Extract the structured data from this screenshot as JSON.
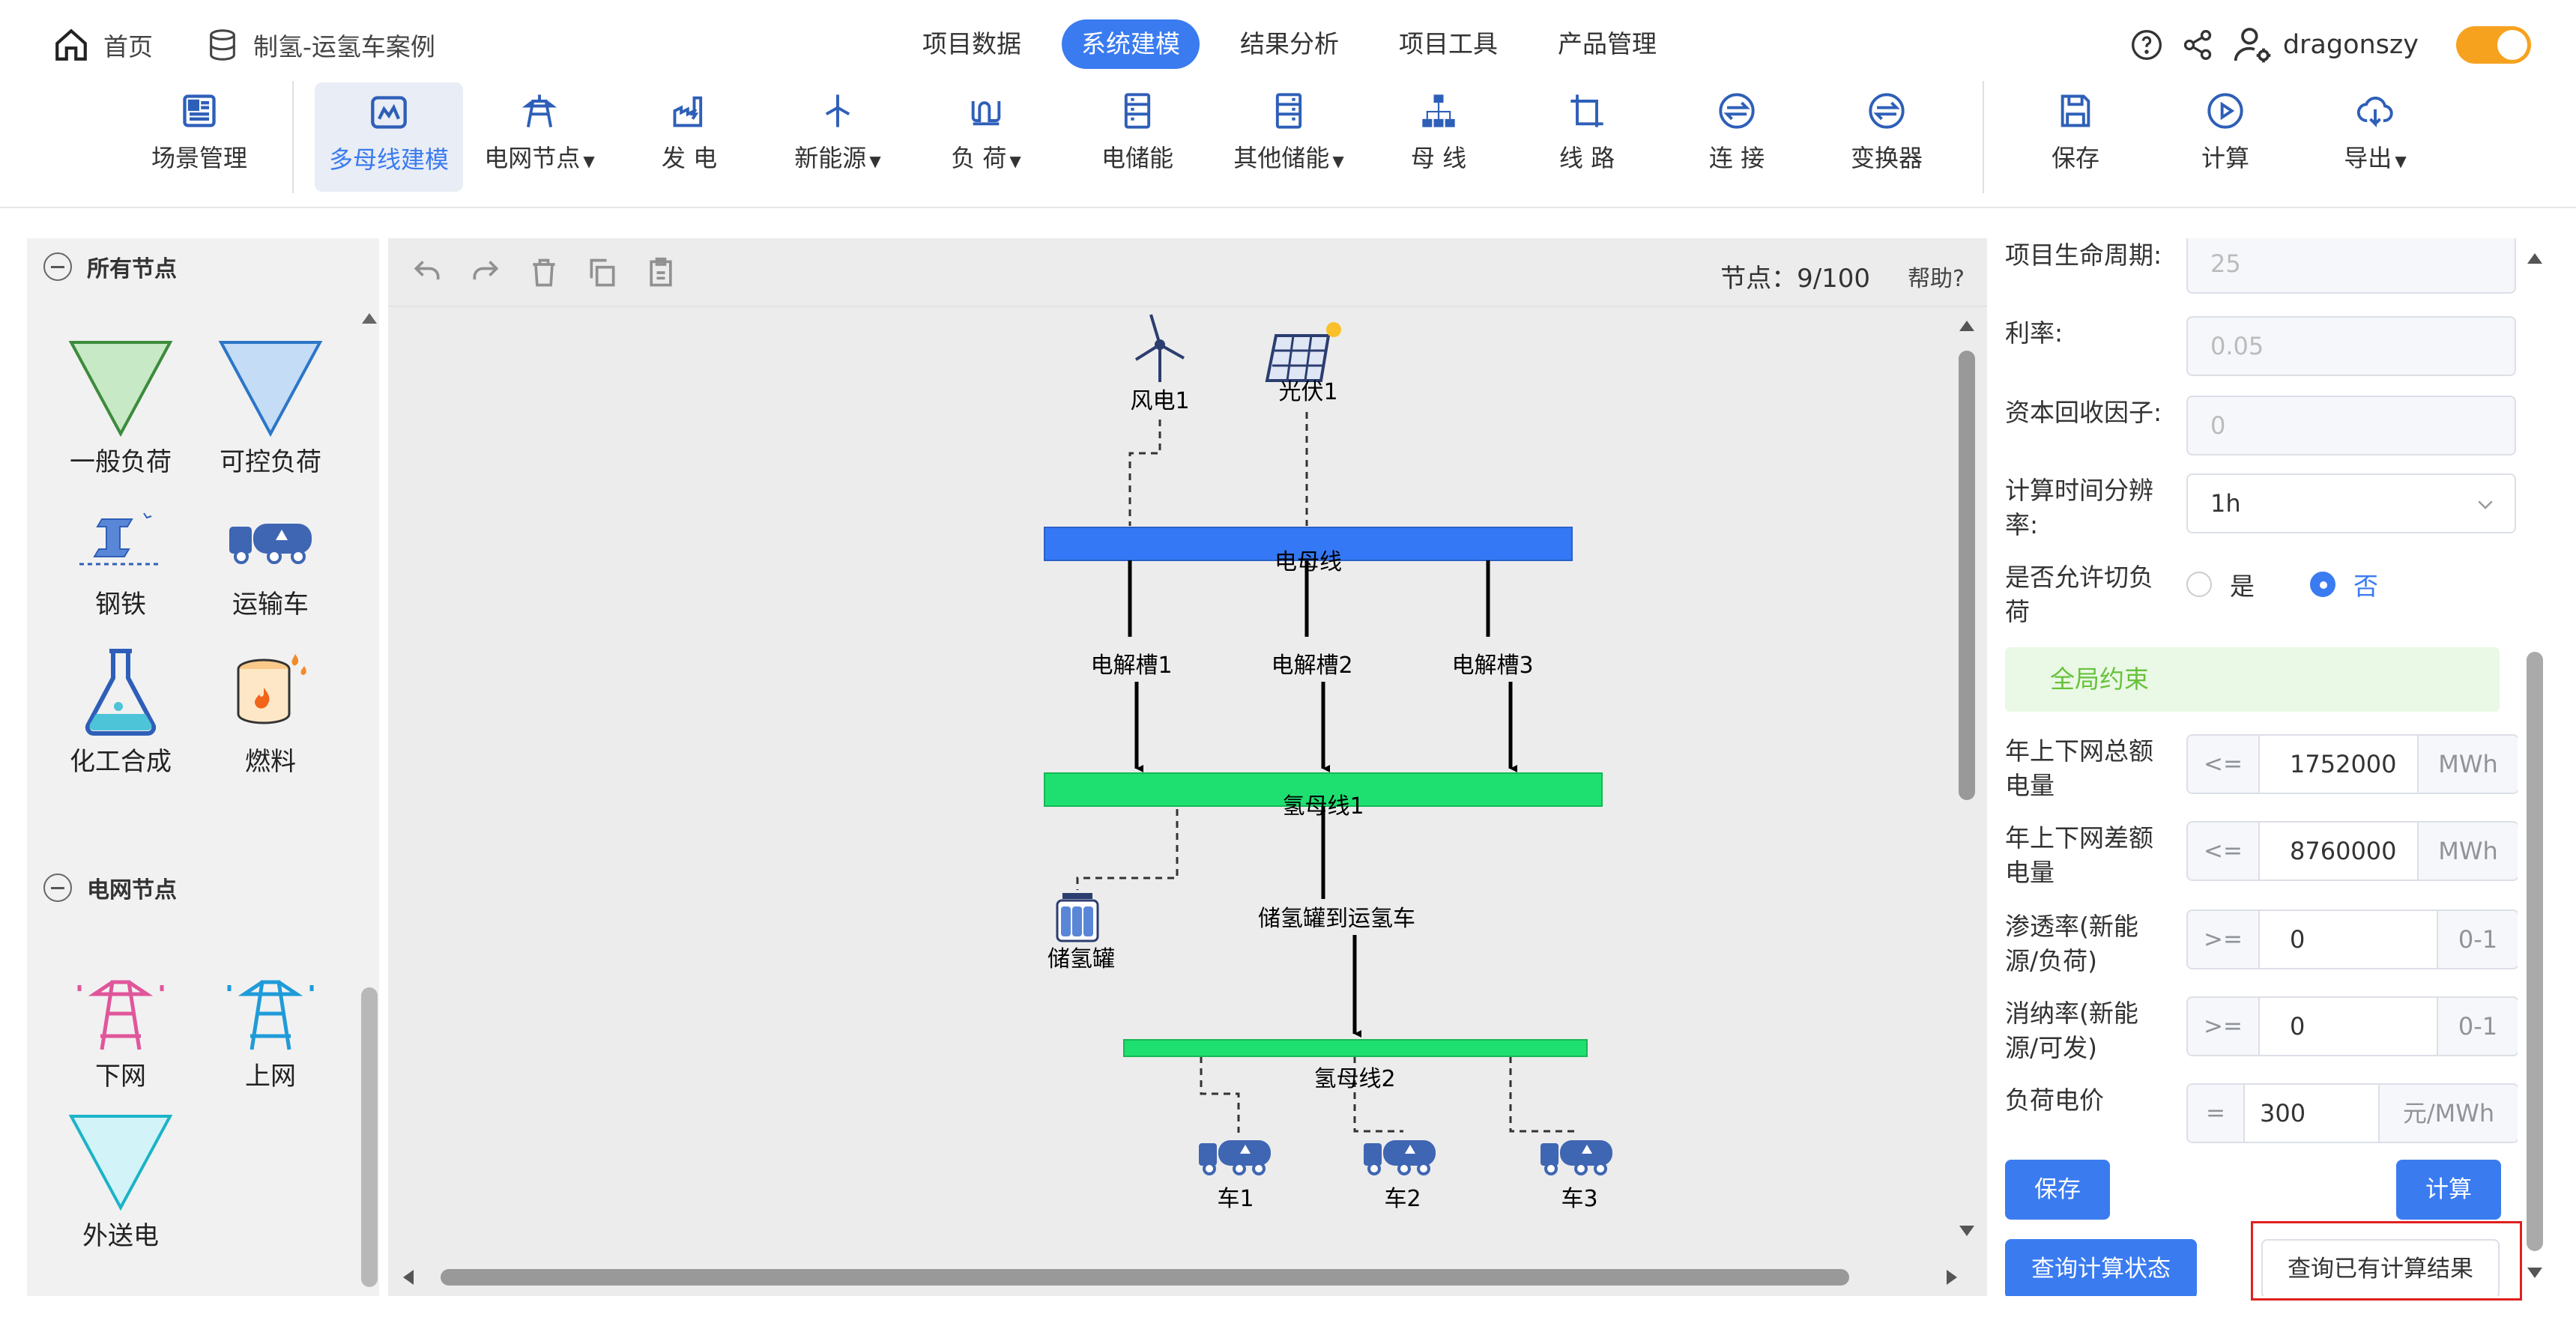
{
  "nav": {
    "home_label": "首页",
    "project_label": "制氢-运氢车案例",
    "tabs": [
      {
        "label": "项目数据",
        "active": false
      },
      {
        "label": "系统建模",
        "active": true
      },
      {
        "label": "结果分析",
        "active": false
      },
      {
        "label": "项目工具",
        "active": false
      },
      {
        "label": "产品管理",
        "active": false
      }
    ],
    "username": "dragonszy",
    "theme_toggle_on": true
  },
  "toolbar": {
    "items": [
      {
        "label": "场景管理",
        "icon": "grid-icon"
      },
      {
        "label": "多母线建模",
        "icon": "multi-bus-icon",
        "active": true
      },
      {
        "label": "电网节点",
        "icon": "grid-tower-icon",
        "caret": true
      },
      {
        "label": "发 电",
        "icon": "power-plant-icon"
      },
      {
        "label": "新能源",
        "icon": "wind-turbine-icon",
        "caret": true
      },
      {
        "label": "负 荷",
        "icon": "load-icon",
        "caret": true
      },
      {
        "label": "电储能",
        "icon": "battery-rack-icon"
      },
      {
        "label": "其他储能",
        "icon": "storage-rack-icon",
        "caret": true
      },
      {
        "label": "母 线",
        "icon": "bus-tree-icon"
      },
      {
        "label": "线 路",
        "icon": "line-icon"
      },
      {
        "label": "连 接",
        "icon": "connect-icon"
      },
      {
        "label": "变换器",
        "icon": "converter-icon"
      },
      {
        "label": "保存",
        "icon": "save-icon"
      },
      {
        "label": "计算",
        "icon": "play-icon"
      },
      {
        "label": "导出",
        "icon": "cloud-download-icon",
        "caret": true
      }
    ]
  },
  "palette": {
    "all_nodes_label": "所有节点",
    "grid_nodes_label": "电网节点",
    "all_nodes": [
      {
        "label": "一般负荷",
        "icon": "general-load-triangle-icon"
      },
      {
        "label": "可控负荷",
        "icon": "controllable-load-triangle-icon"
      },
      {
        "label": "钢铁",
        "icon": "steel-icon"
      },
      {
        "label": "运输车",
        "icon": "transport-truck-icon"
      },
      {
        "label": "化工合成",
        "icon": "flask-icon"
      },
      {
        "label": "燃料",
        "icon": "fuel-barrel-icon"
      }
    ],
    "grid_nodes": [
      {
        "label": "下网",
        "icon": "grid-down-tower-icon"
      },
      {
        "label": "上网",
        "icon": "grid-up-tower-icon"
      },
      {
        "label": "外送电",
        "icon": "export-triangle-icon"
      }
    ]
  },
  "canvas": {
    "node_count_label": "节点：9/100",
    "help_label": "帮助?",
    "nodes": {
      "wind": "风电1",
      "pv": "光伏1",
      "elec_bus": "电母线",
      "electrolyzer1": "电解槽1",
      "electrolyzer2": "电解槽2",
      "electrolyzer3": "电解槽3",
      "h2_bus1": "氢母线1",
      "tank": "储氢罐",
      "tank_to_truck": "储氢罐到运氢车",
      "h2_bus2": "氢母线2",
      "truck1": "车1",
      "truck2": "车2",
      "truck3": "车3"
    },
    "colors": {
      "elec_bus": "#3478f6",
      "h2_bus": "#1ee070"
    }
  },
  "panel": {
    "lifecycle": {
      "label": "项目生命周期:",
      "value": "25"
    },
    "rate": {
      "label": "利率:",
      "value": "0.05"
    },
    "recovery": {
      "label": "资本回收因子:",
      "value": "0"
    },
    "resolution": {
      "label1": "计算时间分辨",
      "label2": "率:",
      "value": "1h"
    },
    "shed": {
      "label1": "是否允许切负",
      "label2": "荷",
      "yes": "是",
      "no": "否",
      "selected": "否"
    },
    "global_section": "全局约束",
    "annual_total": {
      "label1": "年上下网总额",
      "label2": "电量",
      "op": "<=",
      "value": "1752000",
      "unit": "MWh"
    },
    "annual_diff": {
      "label1": "年上下网差额",
      "label2": "电量",
      "op": "<=",
      "value": "8760000",
      "unit": "MWh"
    },
    "penetration": {
      "label1": "渗透率(新能",
      "label2": "源/负荷)",
      "op": ">=",
      "value": "0",
      "unit": "0-1"
    },
    "consumption": {
      "label1": "消纳率(新能",
      "label2": "源/可发)",
      "op": ">=",
      "value": "0",
      "unit": "0-1"
    },
    "load_price": {
      "label": "负荷电价",
      "op": "=",
      "value": "300",
      "unit": "元/MWh"
    },
    "save_btn": "保存",
    "calc_btn": "计算",
    "query_status_btn": "查询计算状态",
    "query_result_btn": "查询已有计算结果"
  }
}
